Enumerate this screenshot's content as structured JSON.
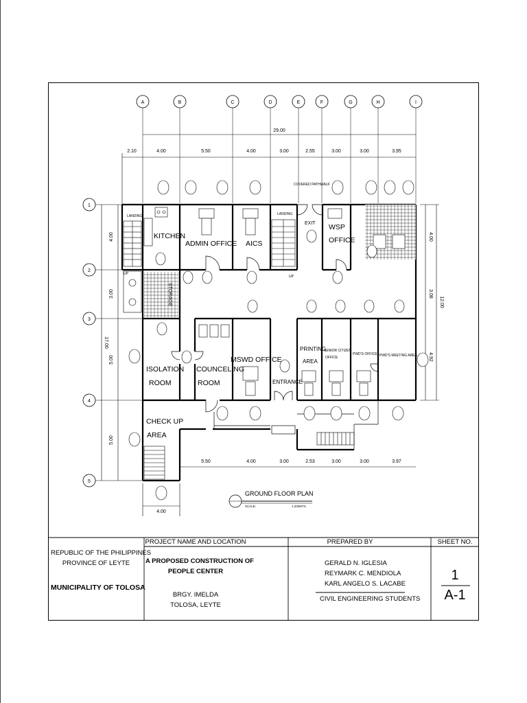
{
  "grid": {
    "cols": [
      "A",
      "B",
      "C",
      "D",
      "E",
      "F",
      "G",
      "H",
      "I"
    ],
    "rows": [
      "1",
      "2",
      "3",
      "4",
      "5"
    ]
  },
  "dims": {
    "overall_top": "29.00",
    "top": [
      "2.10",
      "4.00",
      "5.50",
      "4.00",
      "3.00",
      "2.55",
      "3.00",
      "3.00",
      "3.95"
    ],
    "bottom": [
      "5.50",
      "4.00",
      "3.00",
      "2.53",
      "3.00",
      "3.00",
      "3.97"
    ],
    "bottom_left": "4.00",
    "left": [
      "4.00",
      "3.00",
      "5.00",
      "5.00"
    ],
    "left_overall": "17.00",
    "right": [
      "4.00",
      "3.08",
      "4.92"
    ],
    "right_overall": "12.00"
  },
  "rooms": {
    "kitchen": "KITCHEN",
    "admin": "ADMIN OFFICE",
    "aics": "AICS",
    "wsp": "WSP",
    "wsp2": "OFFICE",
    "storage": "STORAGE",
    "isolation": "ISOLATION",
    "isolation2": "ROOM",
    "counceling": "COUNCELING",
    "counceling2": "ROOM",
    "mswd": "MSWD OFFICE",
    "entrance": "ENTRANCE",
    "printing": "PRINTING",
    "printing2": "AREA",
    "senior": "SENIOR CITIZEN",
    "senior2": "OFFICE",
    "pwd_office": "PWD'S OFFICE",
    "pwd_meeting": "PWD'S MEETING AREA",
    "checkup": "CHECK UP",
    "checkup2": "AREA",
    "exit": "EXIT",
    "covered": "COVERED PATHWALK",
    "landing1": "LANDING",
    "landing2": "LANDING",
    "up1": "UP",
    "up2": "UP"
  },
  "plan_title": "GROUND FLOOR PLAN",
  "scale_label": "SCALE:",
  "scale_value": "1:200MTS",
  "title_block": {
    "republic": "REPUBLIC OF THE PHILIPPINES",
    "province": "PROVINCE OF LEYTE",
    "municipality": "MUNICIPALITY OF TOLOSA",
    "project_header": "PROJECT NAME AND LOCATION",
    "project_line1": "A PROPOSED CONSTRUCTION OF",
    "project_line2": "PEOPLE CENTER",
    "location_line1": "BRGY. IMELDA",
    "location_line2": "TOLOSA, LEYTE",
    "prepared_header": "PREPARED BY",
    "preparers": [
      "GERALD N. IGLESIA",
      "REYMARK C. MENDIOLA",
      "KARL ANGELO S. LACABE"
    ],
    "preparers_role": "CIVIL ENGINEERING STUDENTS",
    "sheet_header": "SHEET NO.",
    "sheet_number": "1",
    "sheet_code": "A-1"
  }
}
